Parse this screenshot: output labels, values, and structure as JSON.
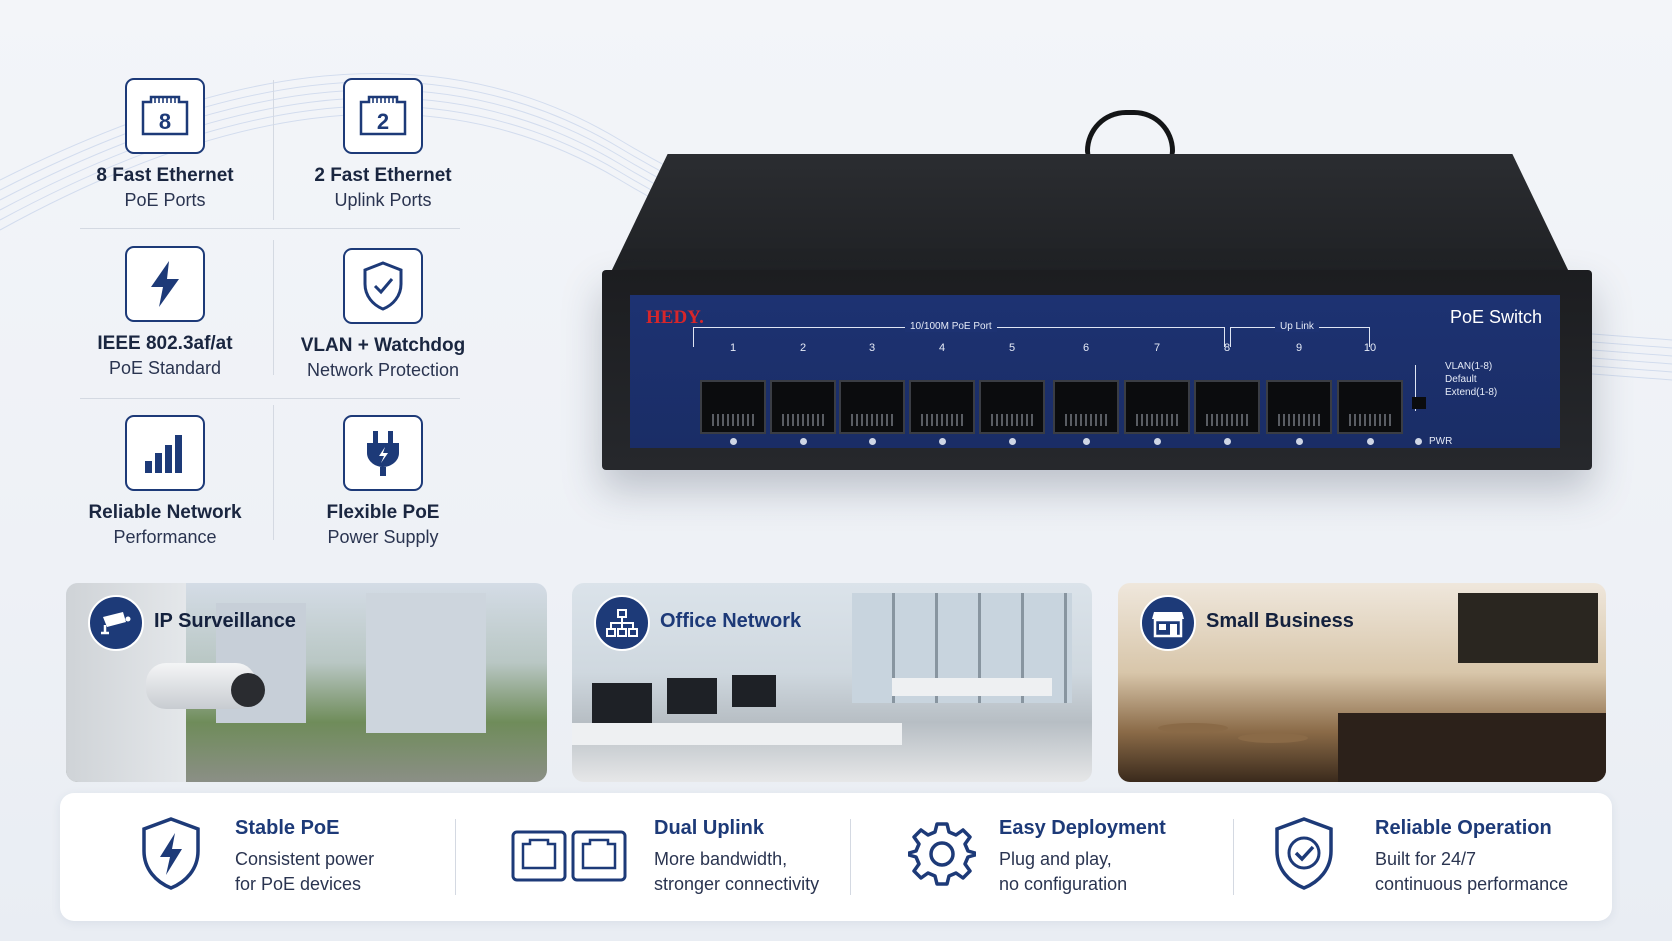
{
  "features": [
    {
      "icon": "ethernet-port-8-icon",
      "badge": "8",
      "title": "8 Fast Ethernet",
      "subtitle": "PoE Ports"
    },
    {
      "icon": "ethernet-port-2-icon",
      "badge": "2",
      "title": "2 Fast Ethernet",
      "subtitle": "Uplink Ports"
    },
    {
      "icon": "lightning-icon",
      "title": "IEEE 802.3af/at",
      "subtitle": "PoE Standard"
    },
    {
      "icon": "shield-check-icon",
      "title": "VLAN + Watchdog",
      "subtitle": "Network Protection"
    },
    {
      "icon": "signal-bars-icon",
      "title": "Reliable Network",
      "subtitle": "Performance"
    },
    {
      "icon": "power-plug-icon",
      "title": "Flexible PoE",
      "subtitle": "Power Supply"
    }
  ],
  "device": {
    "brand": "HEDY.",
    "model": "PoE Switch",
    "poe_port_label": "10/100M PoE Port",
    "uplink_label": "Up Link",
    "port_numbers": [
      "1",
      "2",
      "3",
      "4",
      "5",
      "6",
      "7",
      "8",
      "9",
      "10"
    ],
    "pwr_label": "PWR",
    "modes": [
      "VLAN(1-8)",
      "Default",
      "Extend(1-8)"
    ]
  },
  "use_cases": [
    {
      "icon": "cctv-camera-icon",
      "title": "IP Surveillance"
    },
    {
      "icon": "network-topology-icon",
      "title": "Office Network"
    },
    {
      "icon": "storefront-icon",
      "title": "Small Business"
    }
  ],
  "benefits": [
    {
      "icon": "shield-lightning-icon",
      "title": "Stable PoE",
      "line1": "Consistent power",
      "line2": "for PoE devices"
    },
    {
      "icon": "dual-ports-icon",
      "title": "Dual Uplink",
      "line1": "More bandwidth,",
      "line2": "stronger connectivity"
    },
    {
      "icon": "gear-icon",
      "title": "Easy Deployment",
      "line1": "Plug and play,",
      "line2": "no configuration"
    },
    {
      "icon": "shield-check-icon",
      "title": "Reliable Operation",
      "line1": "Built for 24/7",
      "line2": "continuous performance"
    }
  ],
  "colors": {
    "navy": "#1d3a78",
    "panel_blue": "#1d3272",
    "brand_red": "#d7262a"
  }
}
